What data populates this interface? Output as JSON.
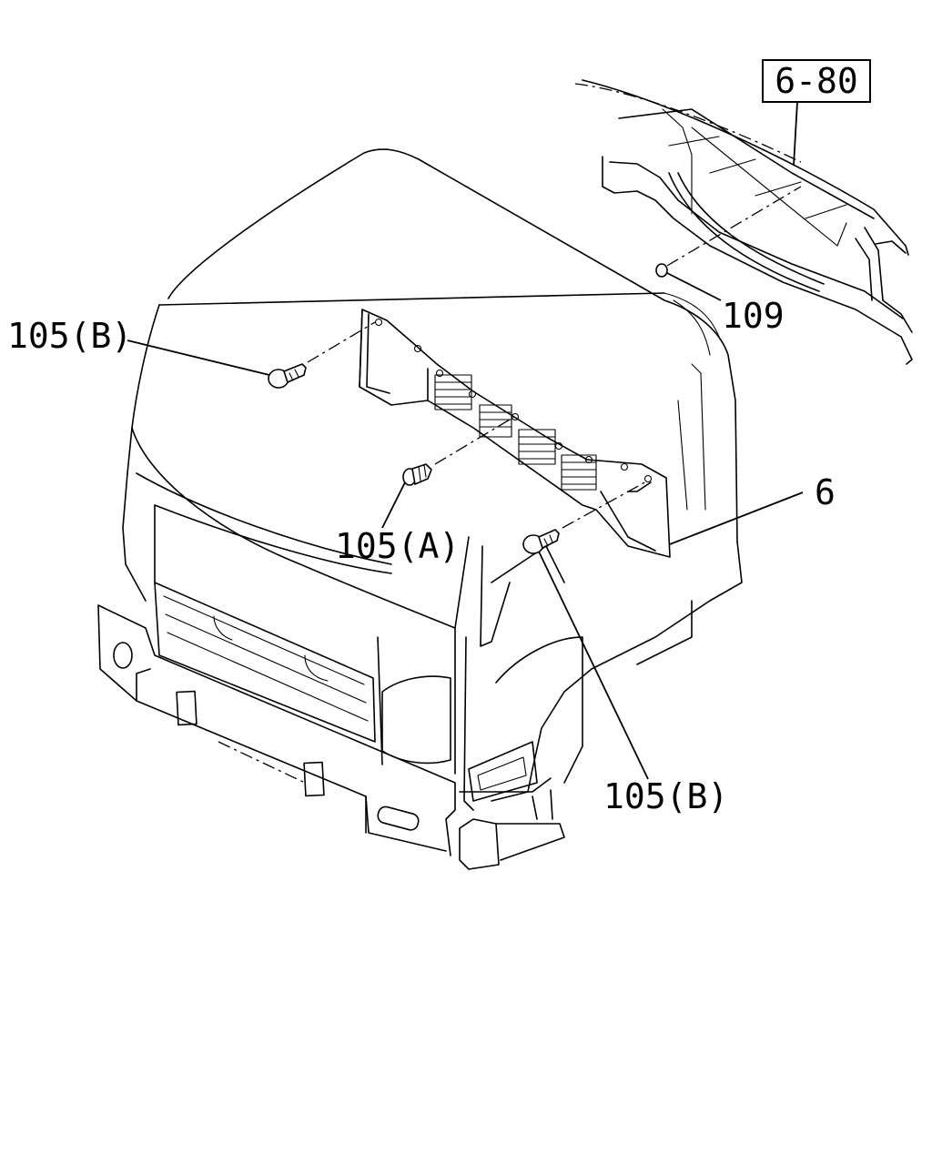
{
  "callouts": {
    "ref_box": "6-80",
    "part_109": "109",
    "part_105b_left": "105(B)",
    "part_105a": "105(A)",
    "part_6": "6",
    "part_105b_bottom": "105(B)"
  }
}
